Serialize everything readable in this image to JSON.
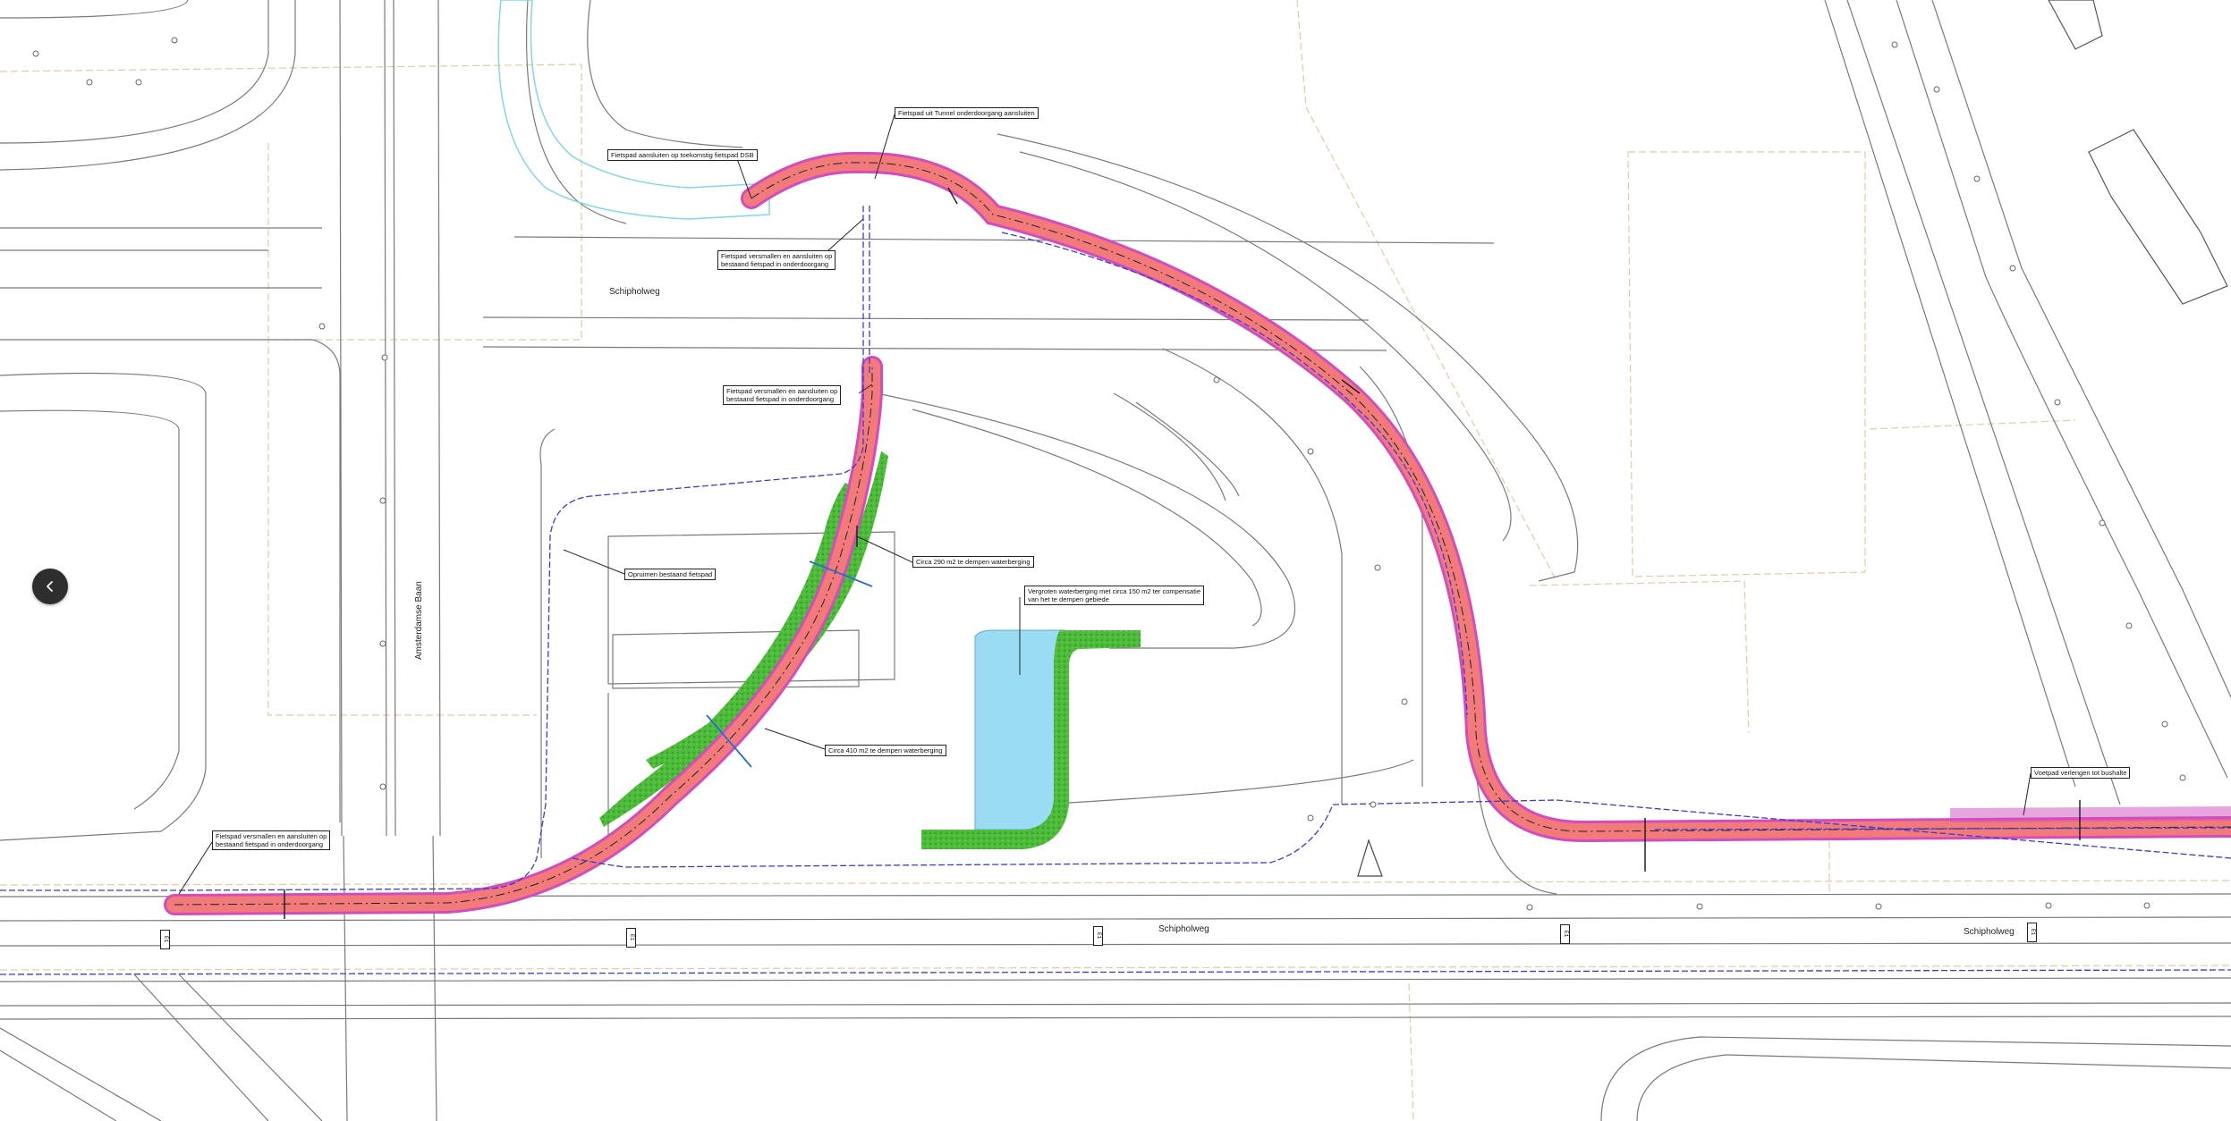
{
  "map": {
    "streets": {
      "schipholweg_north": "Schipholweg",
      "schipholweg_south_1": "Schipholweg",
      "schipholweg_south_2": "Schipholweg",
      "amsterdamse_baan": "Amsterdamse Baan"
    },
    "callouts": {
      "tunnel": "Fietspad uit Tunnel onderdoorgang aansluiten",
      "aansluiten_fietspad": "Fietspad aansluiten op toekomstig fietspad DSB",
      "versmallen_1": "Fietspad versmallen en aansluiten op\nbestaand fietspad in onderdoorgang",
      "versmallen_2": "Fietspad versmallen en aansluiten op\nbestaand fietspad in onderdoorgang",
      "opruimen": "Opruimen bestaand fietspad",
      "waterberging_1": "Circa 290 m2 te dempen waterberging",
      "vergroten": "Vergroten waterberging met circa 150 m2 ter compensatie\nvan het te dempen gebiede",
      "waterberging_2": "Circa 410 m2 te dempen waterberging",
      "versmallen_3": "Fietspad versmallen en aansluiten op\nbestaand fietspad in onderdoorgang",
      "verlengen": "Voetpad verlengen tot bushalte"
    },
    "signs": [
      "E1",
      "E1",
      "E1",
      "E1",
      "E1"
    ],
    "colors": {
      "bike_path_fill": "#f27a7a",
      "bike_path_edge": "#d14dbd",
      "water": "#9bdcf5",
      "green": "#4dbb3a",
      "cable": "#3a3ad6",
      "boundary": "#e8c9a0",
      "linework": "#7a7a7a"
    },
    "back_icon": "chevron-left-icon"
  }
}
